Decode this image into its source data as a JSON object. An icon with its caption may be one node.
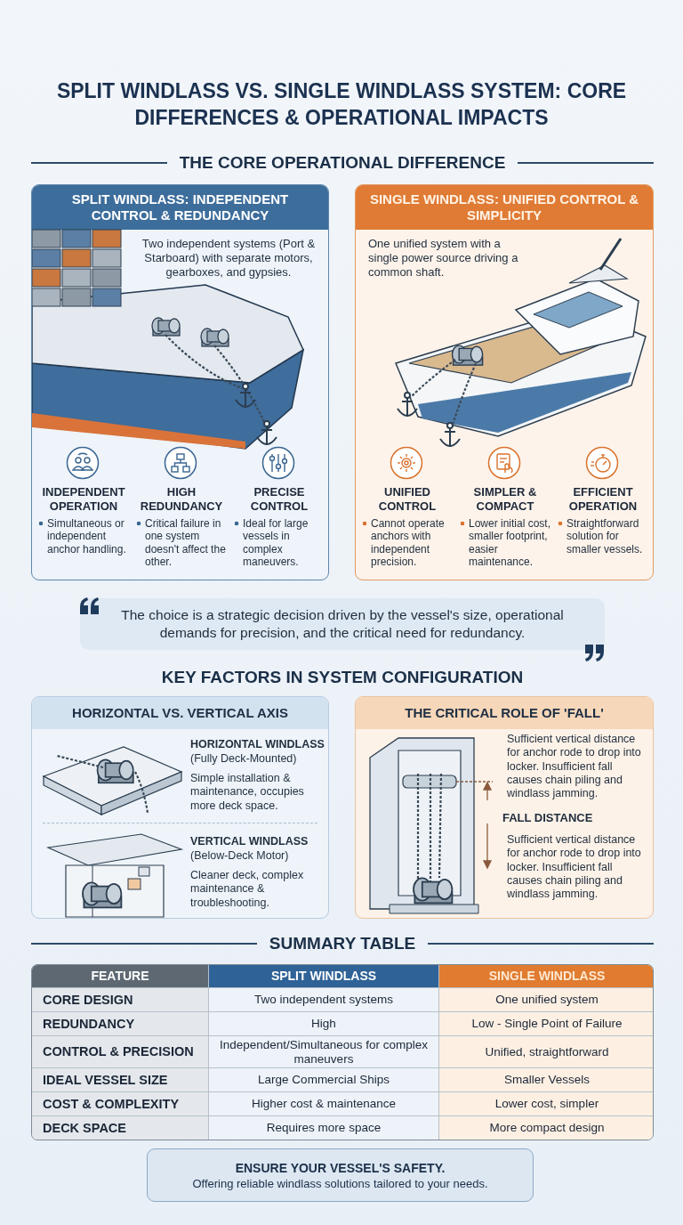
{
  "diagram": {
    "title": "SPLIT WINDLASS VS. SINGLE WINDLASS SYSTEM: CORE DIFFERENCES & OPERATIONAL IMPACTS",
    "nodes": [
      {
        "text": [
          "SPLIT WINDLASS: INDEPENDENT CONTROL & REDUNDANCY",
          "Two independent systems (Port & Starboard) with separate motors, gearboxes, and gypsies."
        ]
      },
      {
        "text": [
          "INDEPENDENT OPERATION",
          "Simultaneous or independent anchor handling."
        ],
        "in": 0
      },
      {
        "text": [
          "HIGH REDUNDANCY",
          "Critical failure in one system doesn't affect the other."
        ],
        "in": 0
      },
      {
        "text": [
          "PRECISE CONTROL",
          "Ideal for large vessels in complex maneuvers."
        ],
        "in": 0
      },
      {
        "text": [
          "SINGLE WINDLASS: UNIFIED CONTROL & SIMPLICITY",
          "One unified system with a single power source driving a common shaft."
        ]
      },
      {
        "text": [
          "UNIFIED CONTROL",
          "Cannot operate anchors with independent precision."
        ],
        "in": 4
      },
      {
        "text": [
          "SIMPLER & COMPACT",
          "Lower initial cost, smaller footprint, easier maintenance."
        ],
        "in": 4
      },
      {
        "text": [
          "EFFICIENT OPERATION",
          "Straightforward solution for smaller vessels."
        ],
        "in": 4
      },
      {
        "text": [
          "The choice is a strategic decision driven by the vessel's size, operational demands for precision, and the critical need for redundancy."
        ]
      },
      {
        "text": [
          "HORIZONTAL VS. VERTICAL AXIS"
        ]
      },
      {
        "text": [
          "HORIZONTAL WINDLASS",
          "(Fully Deck-Mounted)",
          "Simple installation & maintenance, occupies more deck space."
        ],
        "in": 9
      },
      {
        "text": [
          "VERTICAL WINDLASS",
          "(Below-Deck Motor)",
          "Cleaner deck, complex maintenance & troubleshooting."
        ],
        "in": 9
      },
      {
        "text": [
          "THE CRITICAL ROLE OF 'FALL'",
          "Sufficient vertical distance for anchor rode to drop into locker. Insufficient fall causes chain piling and windlass jamming.",
          "FALL DISTANCE",
          "Sufficient vertical distance for anchor rode to drop into locker. Insufficient fall causes chain piling and windlass jamming."
        ]
      },
      {
        "text": [
          "ENSURE YOUR VESSEL'S SAFETY.",
          "Offering reliable windlass solutions tailored to your needs."
        ]
      }
    ],
    "labels": [
      "THE CORE OPERATIONAL DIFFERENCE",
      "KEY FACTORS IN SYSTEM CONFIGURATION",
      "SUMMARY TABLE",
      "FEATURE",
      "SPLIT WINDLASS",
      "SINGLE WINDLASS",
      "CORE DESIGN",
      "Two independent systems",
      "One unified system",
      "REDUNDANCY",
      "High",
      "Low - Single Point of Failure",
      "CONTROL & PRECISION",
      "Independent/Simultaneous for complex maneuvers",
      "Unified, straightforward",
      "IDEAL VESSEL SIZE",
      "Large Commercial Ships",
      "Smaller Vessels",
      "COST & COMPLEXITY",
      "Higher cost & maintenance",
      "Lower cost, simpler",
      "DECK SPACE",
      "Requires more space",
      "More compact design"
    ]
  }
}
